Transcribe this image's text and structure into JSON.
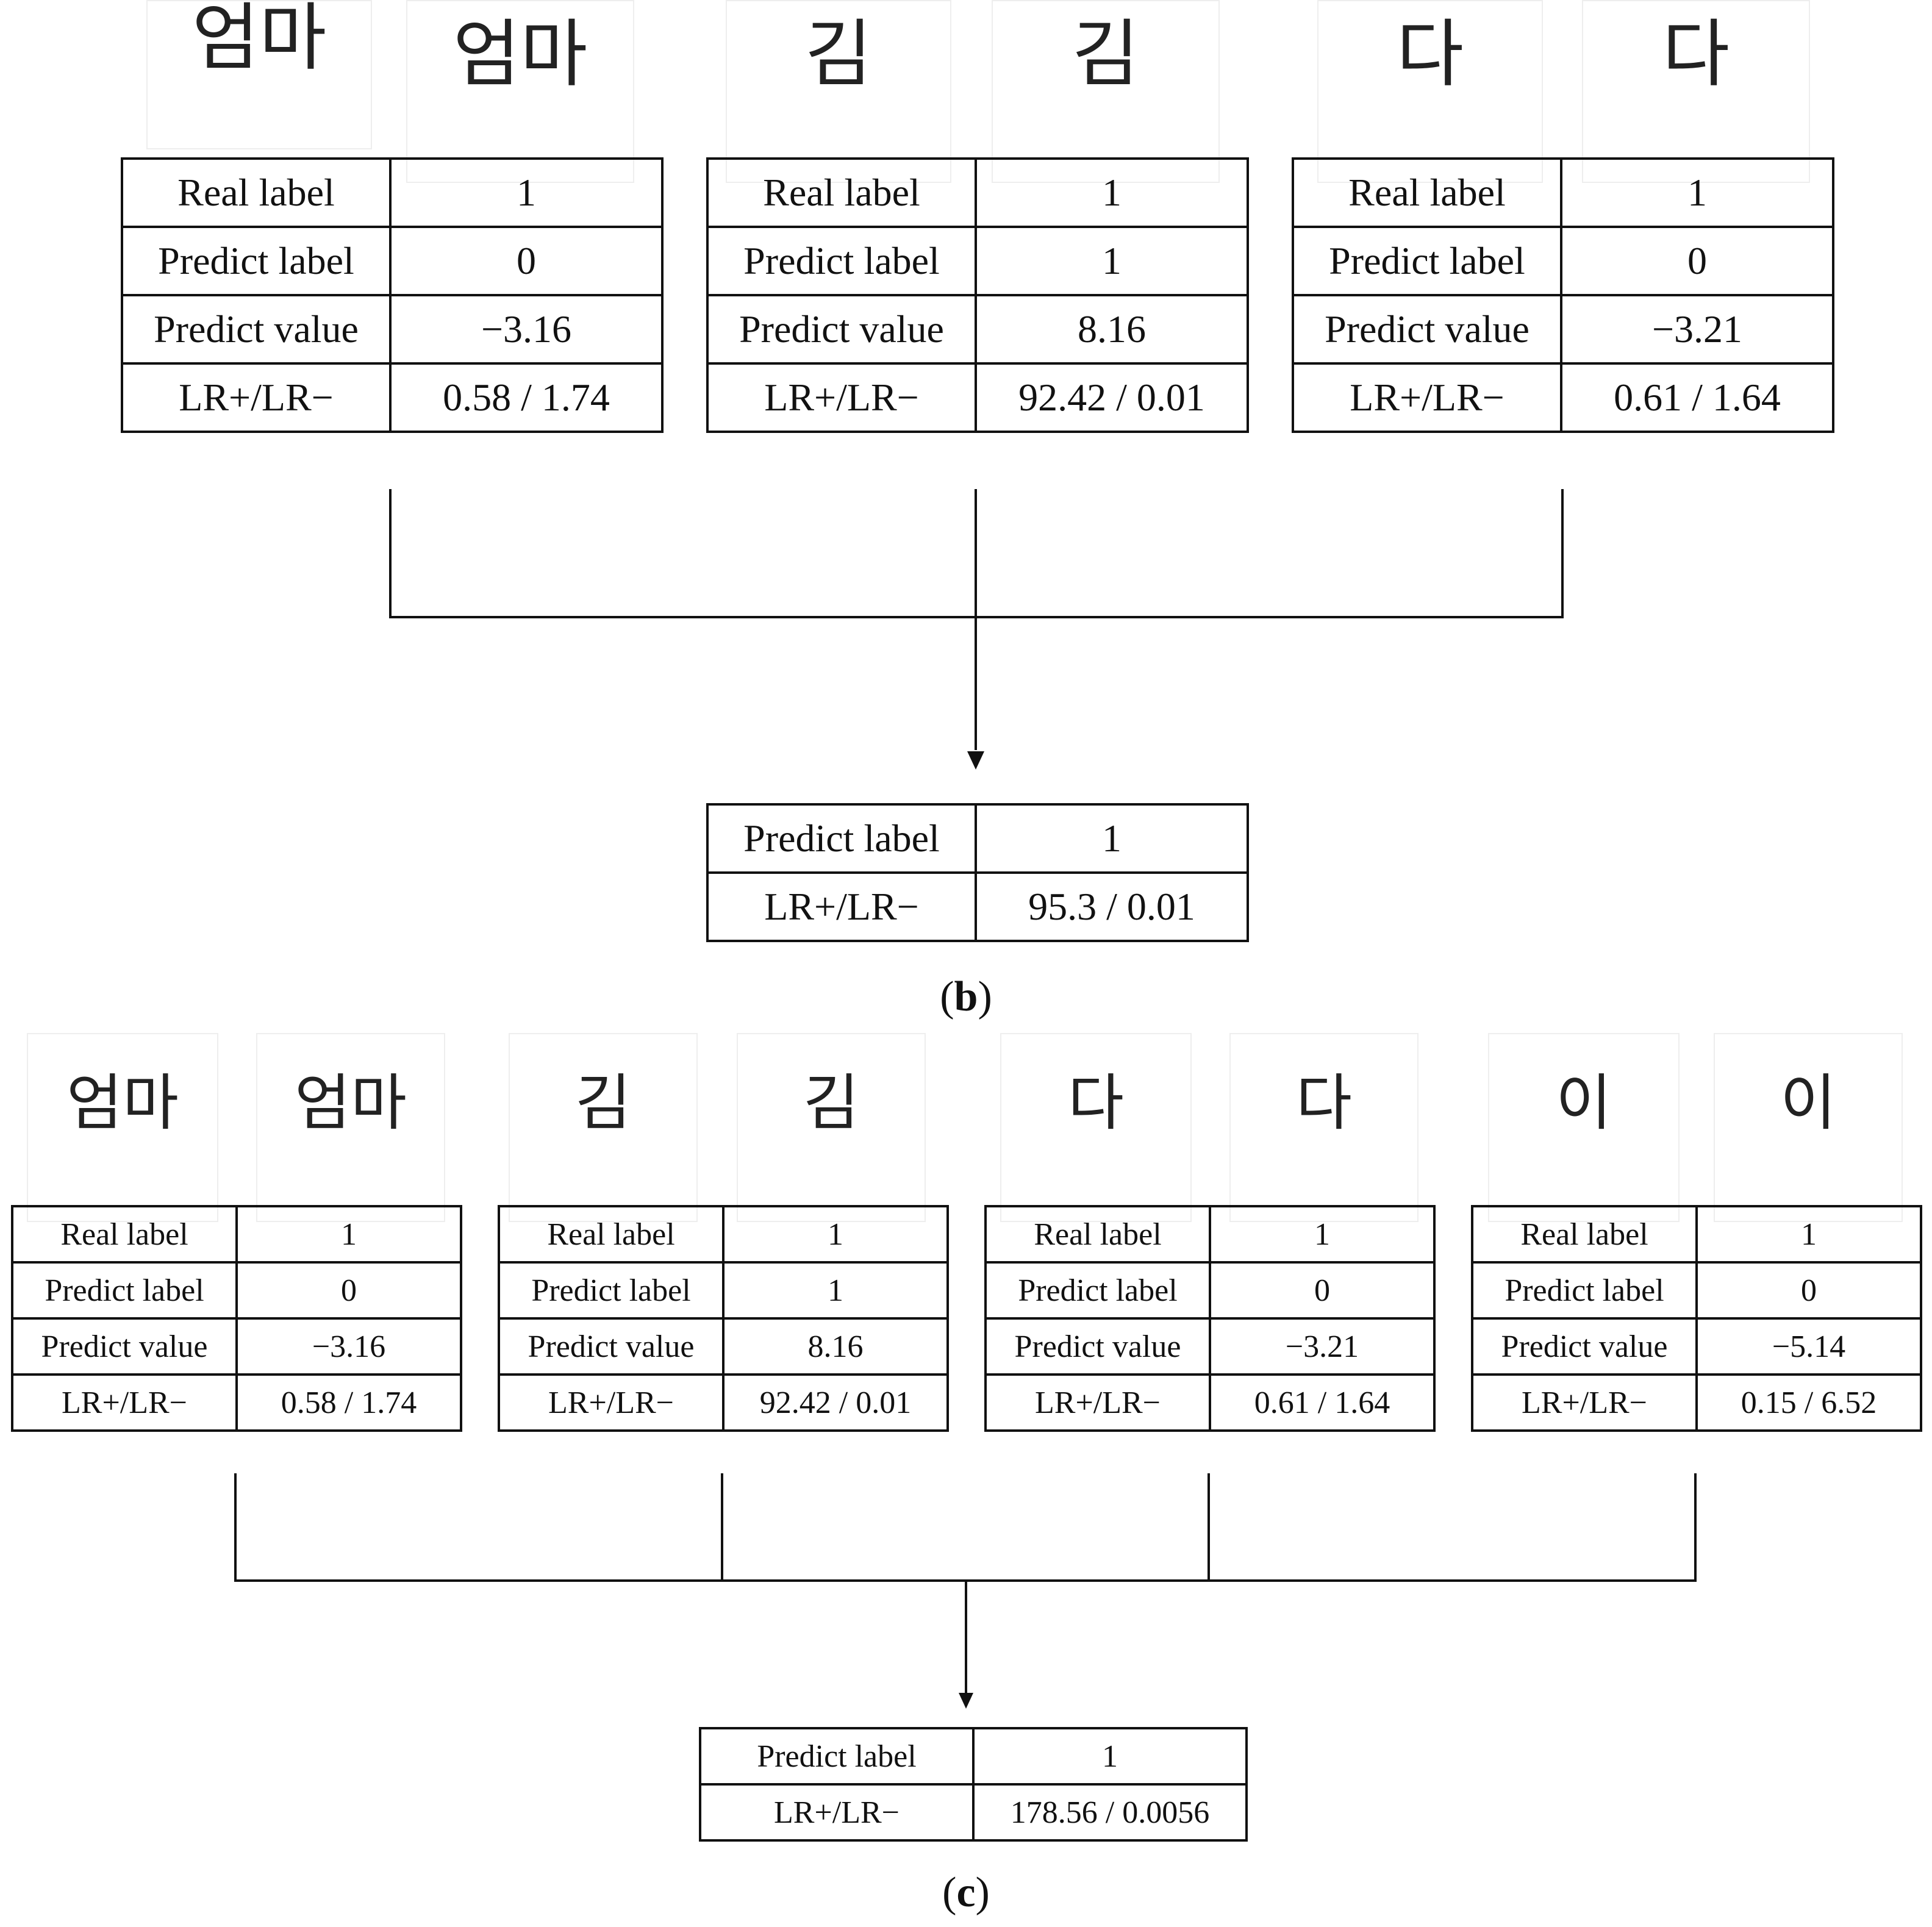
{
  "panel_b": {
    "samples": [
      {
        "pair": [
          "엄마",
          "엄마"
        ]
      },
      {
        "pair": [
          "김",
          "김"
        ]
      },
      {
        "pair": [
          "다",
          "다"
        ]
      }
    ],
    "tables": [
      {
        "rows": [
          [
            "Real label",
            "1"
          ],
          [
            "Predict label",
            "0"
          ],
          [
            "Predict value",
            "−3.16"
          ],
          [
            "LR+/LR−",
            "0.58 / 1.74"
          ]
        ]
      },
      {
        "rows": [
          [
            "Real label",
            "1"
          ],
          [
            "Predict label",
            "1"
          ],
          [
            "Predict value",
            "8.16"
          ],
          [
            "LR+/LR−",
            "92.42 / 0.01"
          ]
        ]
      },
      {
        "rows": [
          [
            "Real label",
            "1"
          ],
          [
            "Predict label",
            "0"
          ],
          [
            "Predict value",
            "−3.21"
          ],
          [
            "LR+/LR−",
            "0.61 / 1.64"
          ]
        ]
      }
    ],
    "result": {
      "rows": [
        [
          "Predict label",
          "1"
        ],
        [
          "LR+/LR−",
          "95.3 / 0.01"
        ]
      ]
    },
    "caption_letter": "b"
  },
  "panel_c": {
    "samples": [
      {
        "pair": [
          "엄마",
          "엄마"
        ]
      },
      {
        "pair": [
          "김",
          "김"
        ]
      },
      {
        "pair": [
          "다",
          "다"
        ]
      },
      {
        "pair": [
          "이",
          "이"
        ]
      }
    ],
    "tables": [
      {
        "rows": [
          [
            "Real label",
            "1"
          ],
          [
            "Predict label",
            "0"
          ],
          [
            "Predict value",
            "−3.16"
          ],
          [
            "LR+/LR−",
            "0.58 / 1.74"
          ]
        ]
      },
      {
        "rows": [
          [
            "Real label",
            "1"
          ],
          [
            "Predict label",
            "1"
          ],
          [
            "Predict value",
            "8.16"
          ],
          [
            "LR+/LR−",
            "92.42 / 0.01"
          ]
        ]
      },
      {
        "rows": [
          [
            "Real label",
            "1"
          ],
          [
            "Predict label",
            "0"
          ],
          [
            "Predict value",
            "−3.21"
          ],
          [
            "LR+/LR−",
            "0.61 / 1.64"
          ]
        ]
      },
      {
        "rows": [
          [
            "Real label",
            "1"
          ],
          [
            "Predict label",
            "0"
          ],
          [
            "Predict value",
            "−5.14"
          ],
          [
            "LR+/LR−",
            "0.15 / 6.52"
          ]
        ]
      }
    ],
    "result": {
      "rows": [
        [
          "Predict label",
          "1"
        ],
        [
          "LR+/LR−",
          "178.56 / 0.0056"
        ]
      ]
    },
    "caption_letter": "c"
  }
}
